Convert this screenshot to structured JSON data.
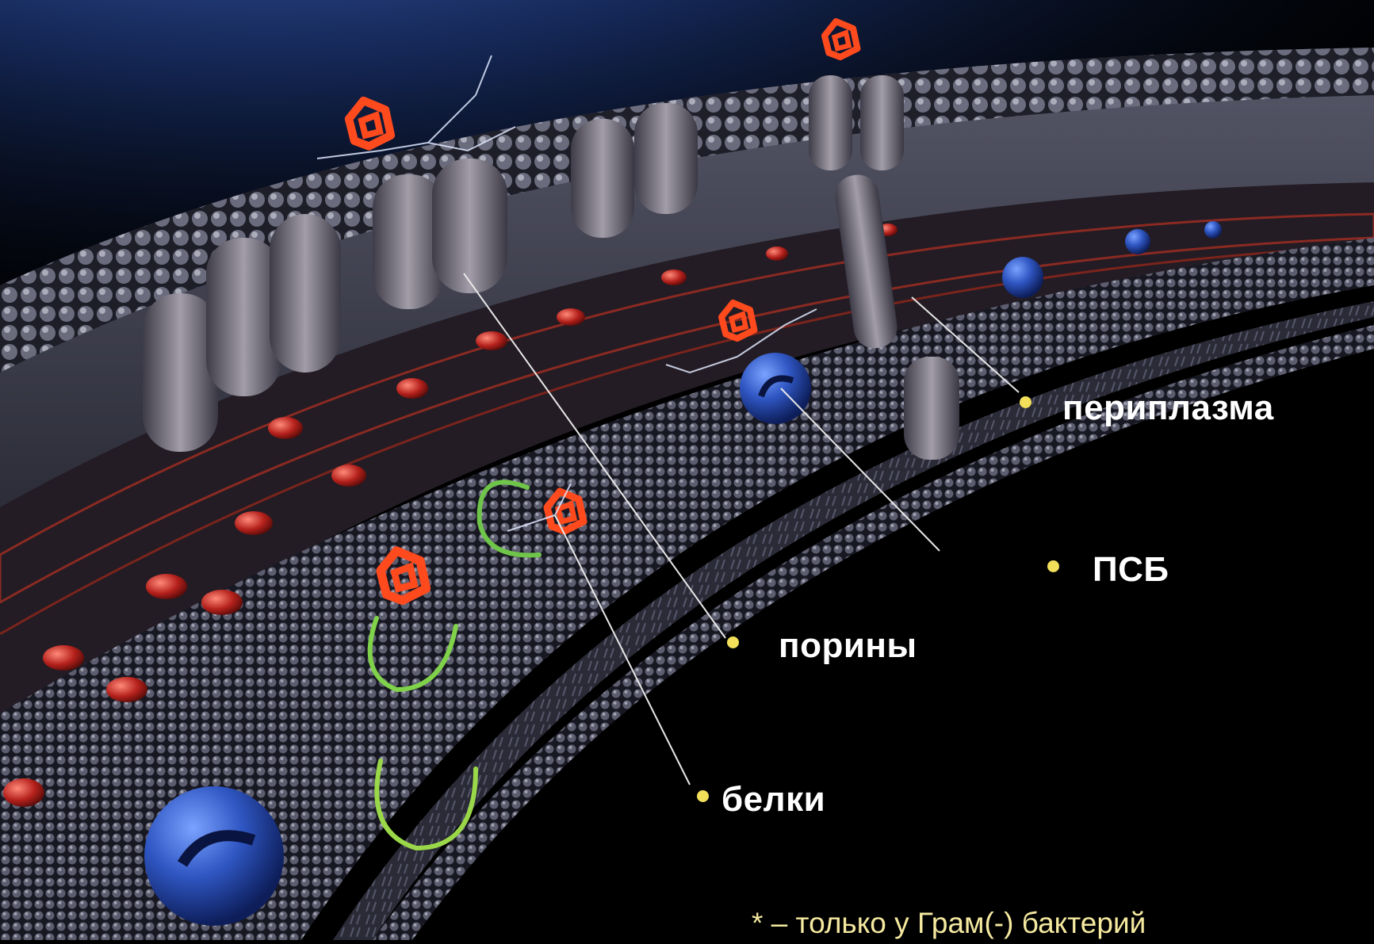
{
  "labels": {
    "periplasm": "периплазма",
    "psb": "ПСБ",
    "porins": "порины",
    "proteins": "белки"
  },
  "footnote": "* – только у Грам(-) бактерий",
  "colors": {
    "background": "#000000",
    "bullet": "#f2df5a",
    "label_text": "#ffffff",
    "footnote_text": "#f5e9a0",
    "antibiotic": "#ff4a1e",
    "enzyme_loop": "#6fc54a",
    "psb_protein": "#2f56c2",
    "outer_glow": "#3a6bd8"
  },
  "icons": [
    "antibiotic-molecule-icon",
    "enzyme-icon",
    "psb-icon",
    "porin-icon"
  ]
}
